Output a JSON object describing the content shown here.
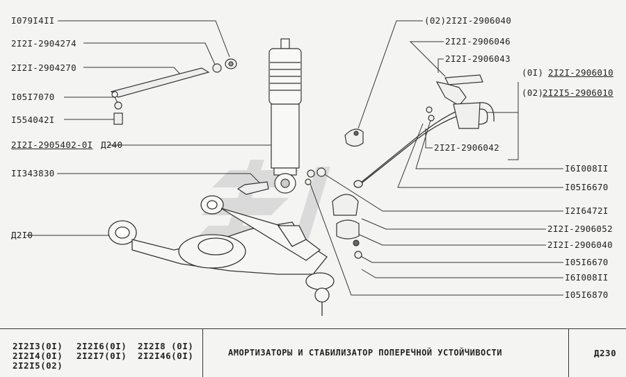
{
  "labels": {
    "l1": "I079I4II",
    "l2": "2I2I-2904274",
    "l3": "2I2I-2904270",
    "l4": "I05I7070",
    "l5": "I554042I",
    "l6": "2I2I-2905402-0I",
    "l6b": "Д240",
    "l7": "II343830",
    "l8": "Д2I0",
    "r1": "(02)2I2I-2906040",
    "r2": "2I2I-2906046",
    "r3": "2I2I-2906043",
    "r4a": "(0I)",
    "r4b": "2I2I-2906010",
    "r5a": "(02)",
    "r5b": "2I2I5-2906010",
    "r6": "2I2I-2906042",
    "r7": "I6I008II",
    "r8": "I05I6670",
    "r9": "I2I6472I",
    "r10": "2I2I-2906052",
    "r11": "2I2I-2906040",
    "r12": "I05I6670",
    "r13": "I6I008II",
    "r14": "I05I6870"
  },
  "title_block": {
    "models_col1": [
      "2I2I3(0I)",
      "2I2I4(0I)",
      "2I2I5(02)"
    ],
    "models_col2": [
      "2I2I6(0I)",
      "2I2I7(0I)"
    ],
    "models_col3": [
      "2I2I8 (0I)",
      "2I2I46(0I)"
    ],
    "title": "АМОРТИЗАТОРЫ  И  СТАБИЛИЗАТОР  ПОПЕРЕЧНОЙ  УСТОЙЧИВОСТИ",
    "sheet_code": "Д230"
  }
}
